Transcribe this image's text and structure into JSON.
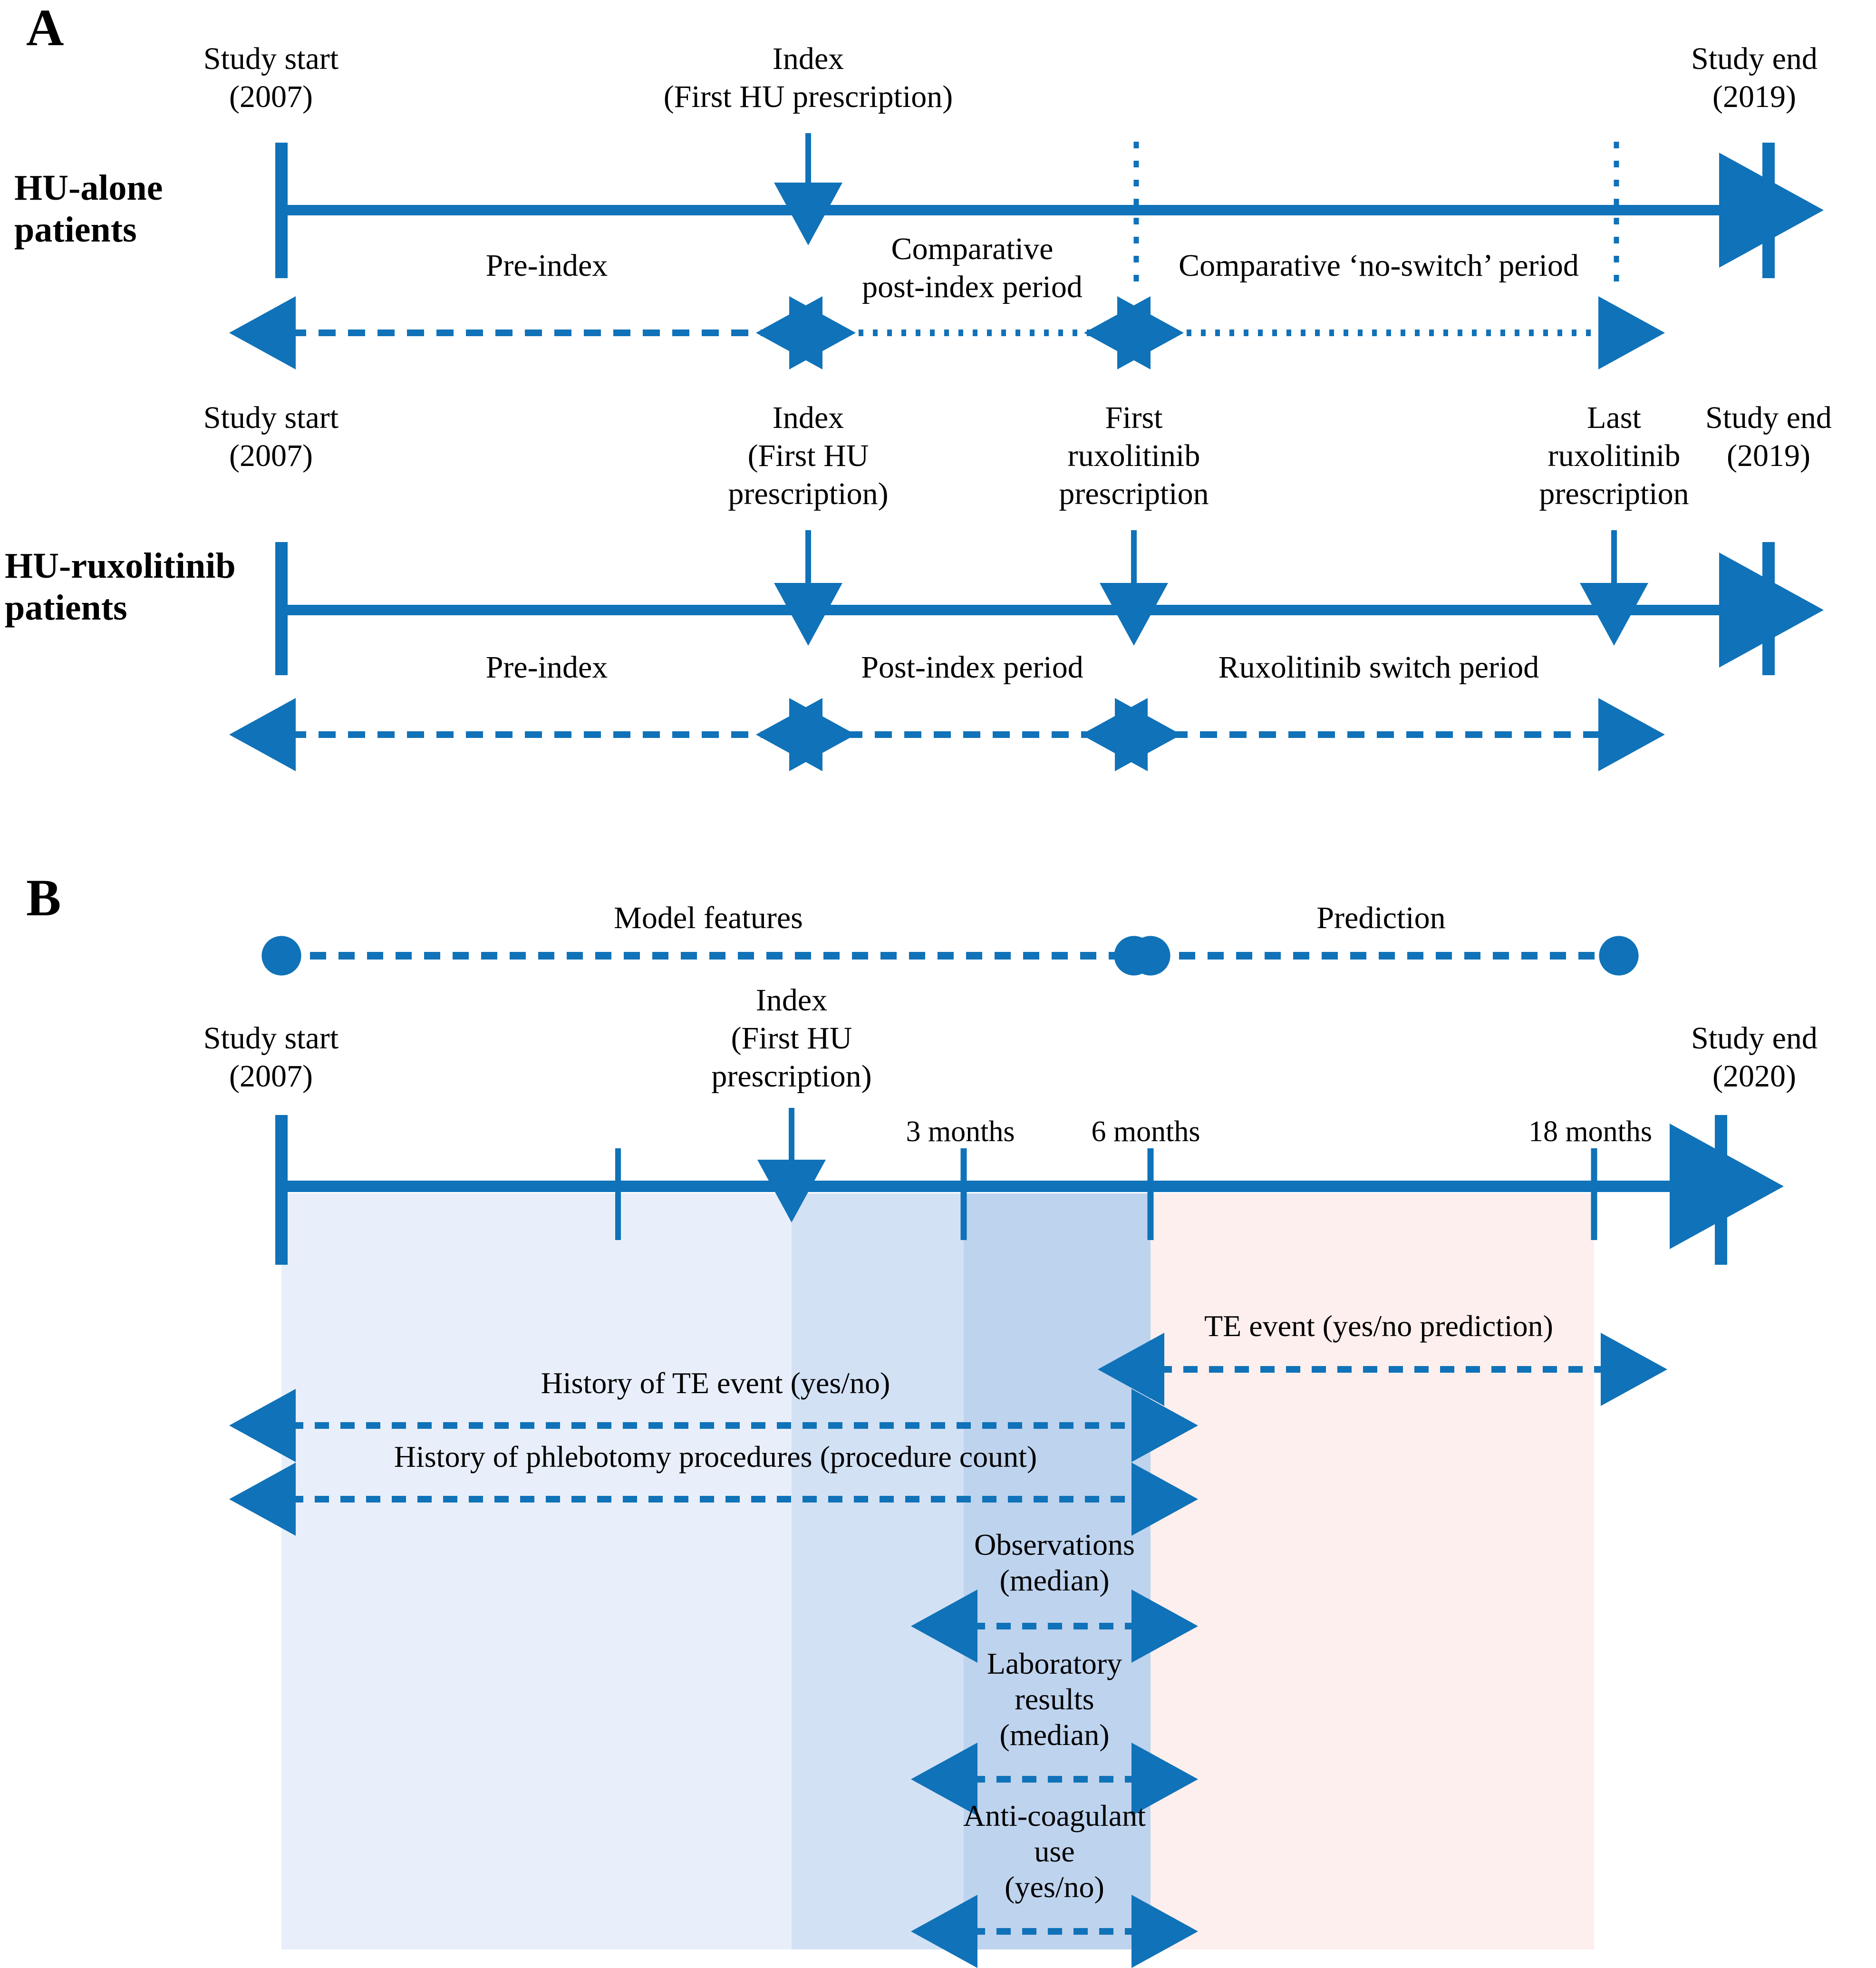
{
  "figure": {
    "panel_a_letter": "A",
    "panel_b_letter": "B",
    "accent_blue": "#1072b8",
    "shade_light_blue": "#e8effa",
    "shade_mid_blue": "#d3e1f5",
    "shade_dark_blue": "#bed3ee",
    "shade_pink": "#fcefee"
  },
  "panel_a": {
    "row1": {
      "row_label_line1": "HU-alone",
      "row_label_line2": "patients",
      "start_label_line1": "Study start",
      "start_label_line2": "(2007)",
      "index_label_line1": "Index",
      "index_label_line2": "(First HU prescription)",
      "end_label_line1": "Study end",
      "end_label_line2": "(2019)",
      "period_preindex": "Pre-index",
      "period_post_line1": "Comparative",
      "period_post_line2": "post-index period",
      "period_noswitch": "Comparative ‘no-switch’ period"
    },
    "row2": {
      "row_label_line1": "HU-ruxolitinib",
      "row_label_line2": "patients",
      "start_label_line1": "Study start",
      "start_label_line2": "(2007)",
      "index_label_line1": "Index",
      "index_label_line2": "(First HU",
      "index_label_line3": "prescription)",
      "first_rux_line1": "First",
      "first_rux_line2": "ruxolitinib",
      "first_rux_line3": "prescription",
      "last_rux_line1": "Last",
      "last_rux_line2": "ruxolitinib",
      "last_rux_line3": "prescription",
      "end_label_line1": "Study end",
      "end_label_line2": "(2019)",
      "period_preindex": "Pre-index",
      "period_postindex": "Post-index period",
      "period_switch": "Ruxolitinib switch period"
    }
  },
  "panel_b": {
    "header_model_features": "Model features",
    "header_prediction": "Prediction",
    "start_label_line1": "Study start",
    "start_label_line2": "(2007)",
    "index_label_line1": "Index",
    "index_label_line2": "(First HU",
    "index_label_line3": "prescription)",
    "end_label_line1": "Study end",
    "end_label_line2": "(2020)",
    "tick_3_months": "3 months",
    "tick_6_months": "6 months",
    "tick_18_months": "18 months",
    "feature_te_prediction": "TE event (yes/no prediction)",
    "feature_history_te": "History of TE event (yes/no)",
    "feature_history_phleb": "History of phlebotomy procedures (procedure count)",
    "feature_observations_line1": "Observations",
    "feature_observations_line2": "(median)",
    "feature_lab_line1": "Laboratory",
    "feature_lab_line2": "results",
    "feature_lab_line3": "(median)",
    "feature_anticoag_line1": "Anti-coagulant",
    "feature_anticoag_line2": "use",
    "feature_anticoag_line3": "(yes/no)"
  }
}
